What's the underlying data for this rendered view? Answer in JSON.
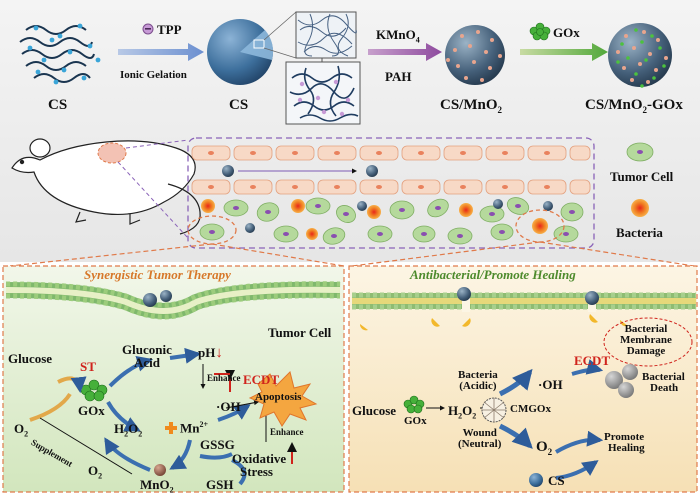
{
  "synthesis": {
    "cs_raw_label": "CS",
    "tpp_label": "TPP",
    "ionic_gelation_label": "Ionic Gelation",
    "cs_nanoparticle_label": "CS",
    "kmno4_label": "KMnO",
    "kmno4_sub": "4",
    "pah_label": "PAH",
    "cs_mno2_main": "CS/MnO",
    "cs_mno2_sub": "2",
    "gox_label": "GOx",
    "cs_mno2_gox_main": "CS/MnO",
    "cs_mno2_gox_sub": "2",
    "cs_mno2_gox_suffix": "-GOx"
  },
  "in_vivo": {
    "tumor_cell_label": "Tumor Cell",
    "bacteria_label": "Bacteria"
  },
  "left_panel": {
    "title": "Synergistic Tumor Therapy",
    "tumor_cell_label": "Tumor Cell",
    "glucose": "Glucose",
    "st": "ST",
    "gluconic_line1": "Gluconic",
    "gluconic_line2": "Acid",
    "ph": "pH",
    "enhance_top": "Enhance",
    "ecdt": "ECDT",
    "apoptosis": "Apoptosis",
    "gox": "GOx",
    "h2o2_main": "H",
    "h2o2_sub1": "2",
    "h2o2_mid": "O",
    "h2o2_sub2": "2",
    "mn_main": "Mn",
    "mn_sup": "2+",
    "oh": "·OH",
    "o2_main": "O",
    "o2_sub": "2",
    "supplement": "Supplement",
    "o2_bottom_main": "O",
    "o2_bottom_sub": "2",
    "mno2_main": "MnO",
    "mno2_sub": "2",
    "gssg": "GSSG",
    "gsh": "GSH",
    "oxidative_line1": "Oxidative",
    "oxidative_line2": "Stress",
    "enhance_right": "Enhance"
  },
  "right_panel": {
    "title": "Antibacterial/Promote Healing",
    "membrane_line1": "Bacterial",
    "membrane_line2": "Membrane",
    "membrane_line3": "Damage",
    "glucose": "Glucose",
    "gox": "GOx",
    "h2o2_main": "H",
    "h2o2_sub1": "2",
    "h2o2_mid": "O",
    "h2o2_sub2": "2",
    "bacteria_line1": "Bacteria",
    "bacteria_line2": "(Acidic)",
    "oh": "·OH",
    "ecdt": "ECDT",
    "bacterial_death_line1": "Bacterial",
    "bacterial_death_line2": "Death",
    "cmgox": "CMGOx",
    "wound_line1": "Wound",
    "wound_line2": "(Neutral)",
    "o2_main": "O",
    "o2_sub": "2",
    "promote_line1": "Promote",
    "promote_line2": "Healing",
    "cs": "CS"
  }
}
